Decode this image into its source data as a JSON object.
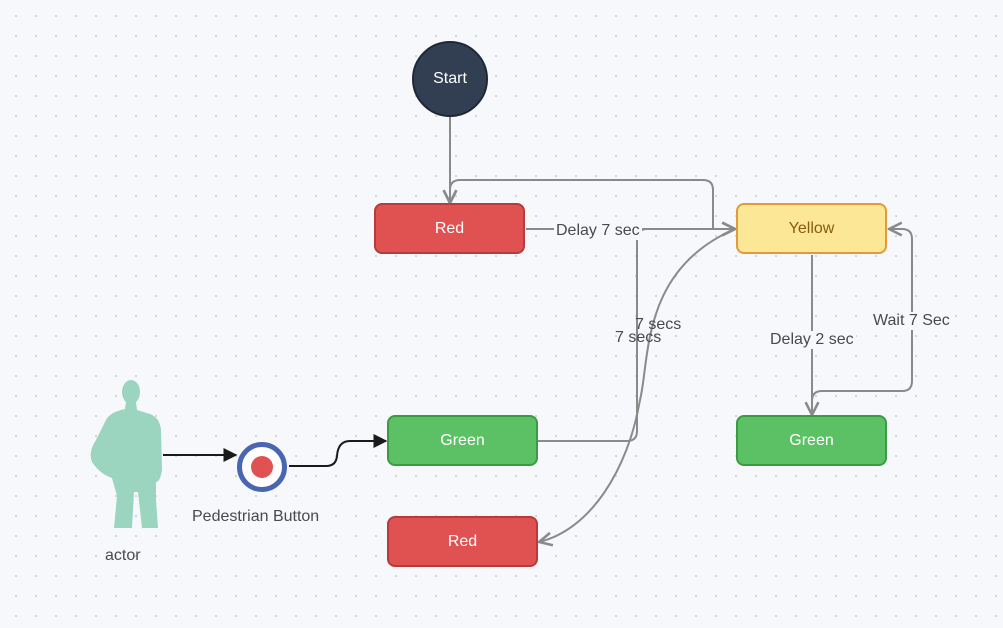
{
  "nodes": {
    "start": "Start",
    "red_top": "Red",
    "yellow": "Yellow",
    "green_left": "Green",
    "green_right": "Green",
    "red_bottom": "Red"
  },
  "edges": {
    "red_to_yellow": "Delay 7 sec",
    "yellow_to_green": "Delay 2 sec",
    "green_to_yellow": "Wait 7 Sec",
    "green_left_to_yellow": "7 secs",
    "yellow_to_red_bottom": "7 secs"
  },
  "actor": {
    "label": "actor",
    "button_label": "Pedestrian Button"
  },
  "colors": {
    "red": "#e05252",
    "green": "#5cc164",
    "yellow": "#fbe795",
    "start": "#323f52",
    "actor": "#9bd4bf",
    "connector": "#8a8a8a",
    "button_ring": "#4a66b0"
  }
}
